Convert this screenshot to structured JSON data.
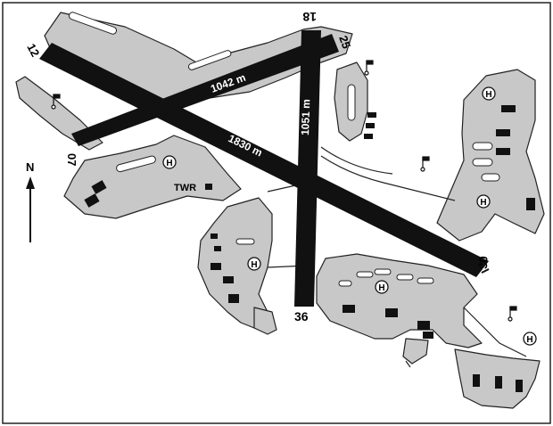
{
  "map": {
    "north_label": "N",
    "tower_label": "TWR",
    "heliport_symbol": "H",
    "runways": [
      {
        "id": "12-30",
        "end_a": "12",
        "end_b": "30",
        "length_label": "1830 m"
      },
      {
        "id": "07-25",
        "end_a": "07",
        "end_b": "25",
        "length_label": "1042 m"
      },
      {
        "id": "18-36",
        "end_a": "18",
        "end_b": "36",
        "length_label": "1051 m"
      }
    ],
    "colors": {
      "runway": "#111111",
      "apron": "#c8c8c8",
      "outline": "#222222",
      "background": "#ffffff",
      "building": "#111111"
    }
  }
}
